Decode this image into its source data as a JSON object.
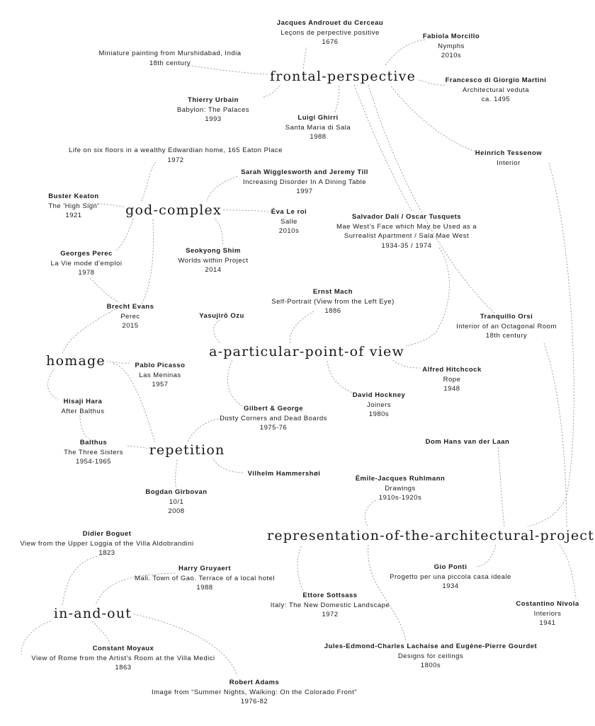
{
  "hubs": {
    "frontal": "frontal-perspective",
    "god": "god-complex",
    "homage": "homage",
    "apov": "a-particular-point-of view",
    "repetition": "repetition",
    "rap": "representation-of-the-architectural-project",
    "inout": "in-and-out"
  },
  "items": {
    "androuet": {
      "author": "Jacques Androuet du Cerceau",
      "work": "Leçons de perpective positive",
      "date": "1676"
    },
    "murshidabad": {
      "work": "Miniature painting from Murshidabad, India",
      "date": "18th century"
    },
    "morcillo": {
      "author": "Fabiola Morcillo",
      "work": "Nymphs",
      "date": "2010s"
    },
    "martini": {
      "author": "Francesco di Giorgio Martini",
      "work": "Architectural veduta",
      "date": "ca. 1495"
    },
    "urbain": {
      "author": "Thierry Urbain",
      "work": "Babylon: The Palaces",
      "date": "1993"
    },
    "ghirri": {
      "author": "Luigi Ghirri",
      "work": "Santa Maria di Sala",
      "date": "1988"
    },
    "tessenow": {
      "author": "Heinrich Tessenow",
      "work": "Interior"
    },
    "eaton": {
      "work": "Life on six floors in a wealthy Edwardian home, 165 Eaton Place",
      "date": "1972"
    },
    "wiggles": {
      "author": "Sarah Wigglesworth and Jeremy Till",
      "work": "Increasing Disorder In A Dining Table",
      "date": "1997"
    },
    "keaton": {
      "author": "Buster Keaton",
      "work": "The 'High Sign'",
      "date": "1921"
    },
    "leroi": {
      "author": "Éva Le roi",
      "work": "Salle",
      "date": "2010s"
    },
    "dali": {
      "author": "Salvador Dalí / Oscar Tusquets",
      "work": "Mae West's Face which May be Used as a",
      "work2": "Surrealist Apartment / Sala Mae West",
      "date": "1934-35 / 1974"
    },
    "shim": {
      "author": "Seokyong Shim",
      "work": "Worlds within Project",
      "date": "2014"
    },
    "perec": {
      "author": "Georges Perec",
      "work": "La Vie mode d'emploi",
      "date": "1978"
    },
    "mach": {
      "author": "Ernst Mach",
      "work": "Self-Portrait (View from the Left Eye)",
      "date": "1886"
    },
    "evans": {
      "author": "Brecht Evans",
      "work": "Perec",
      "date": "2015"
    },
    "ozu": {
      "author": "Yasujirō Ozu"
    },
    "orsi": {
      "author": "Tranquillo Orsi",
      "work": "Interior of an Octagonal Room",
      "date": "18th century"
    },
    "picasso": {
      "author": "Pablo Picasso",
      "work": "Las Meninas",
      "date": "1957"
    },
    "hitchcock": {
      "author": "Alfred Hitchcock",
      "work": "Rope",
      "date": "1948"
    },
    "hara": {
      "author": "Hisaji Hara",
      "work": "After Balthus"
    },
    "hockney": {
      "author": "David Hockney",
      "work": "Joiners",
      "date": "1980s"
    },
    "gilbert": {
      "author": "Gilbert & George",
      "work": "Dusty Corners and Dead Boards",
      "date": "1975-76"
    },
    "balthus": {
      "author": "Balthus",
      "work": "The Three Sisters",
      "date": "1954-1965"
    },
    "vanderlaan": {
      "author": "Dom Hans van der Laan"
    },
    "hammershoi": {
      "author": "Vilhelm Hammershøi"
    },
    "ruhlmann": {
      "author": "Émile-Jacques Ruhlmann",
      "work": "Drawings",
      "date": "1910s-1920s"
    },
    "girbovan": {
      "author": "Bogdan Gîrbovan",
      "work": "10/1",
      "date": "2008"
    },
    "boguet": {
      "author": "Didier Boguet",
      "work": "View from the Upper Loggia of the Villa Aldobrandini",
      "date": "1823"
    },
    "gruyaert": {
      "author": "Harry Gruyaert",
      "work": "Mali. Town of Gao. Terrace of a local hotel",
      "date": "1988"
    },
    "ponti": {
      "author": "Gio Ponti",
      "work": "Progetto per una piccola casa ideale",
      "date": "1934"
    },
    "sottsass": {
      "author": "Ettore Sottsass",
      "work": "Italy: The New Domestic Landscape",
      "date": "1972"
    },
    "nivola": {
      "author": "Costantino Nivola",
      "work": "Interiors",
      "date": "1941"
    },
    "moyaux": {
      "author": "Constant Moyaux",
      "work": "View of Rome from the Artist's Room at the Villa Medici",
      "date": "1863"
    },
    "lachaise": {
      "author": "Jules-Edmond-Charles Lachaise and Eugène-Pierre Gourdet",
      "work": "Designs for ceilings",
      "date": "1800s"
    },
    "adams": {
      "author": "Robert Adams",
      "work": "Image from “Summer Nights, Walking: On the Colorado Front”",
      "date": "1976-82"
    }
  }
}
